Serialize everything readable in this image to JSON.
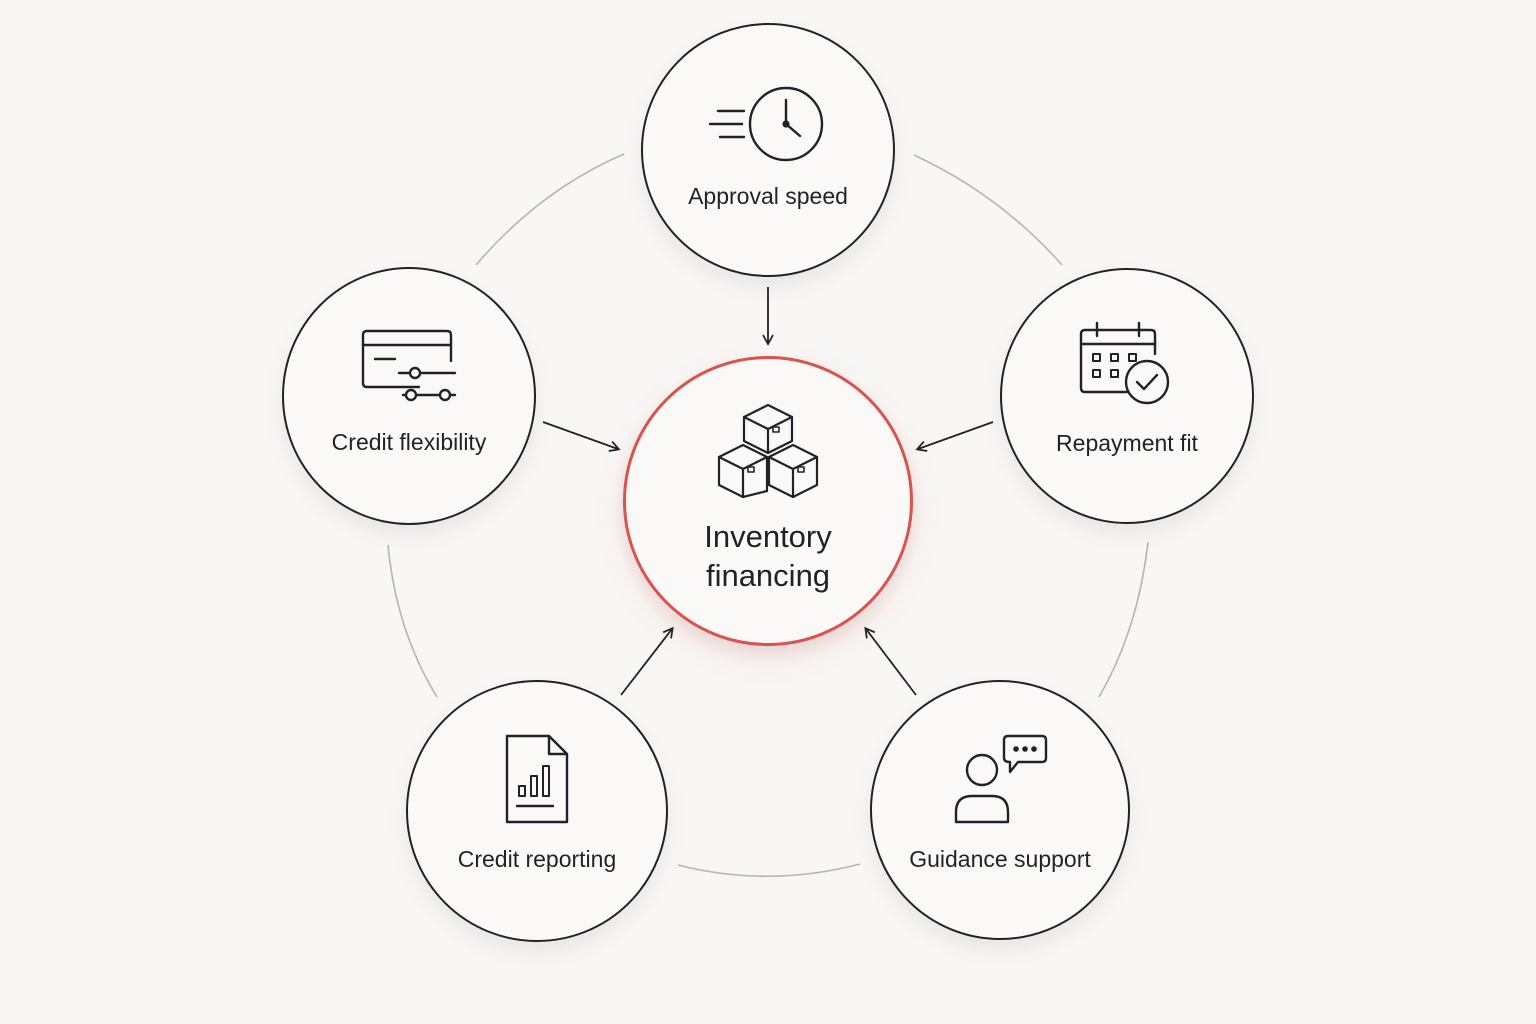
{
  "center": {
    "label_line1": "Inventory",
    "label_line2": "financing",
    "icon": "boxes-icon",
    "accent_color": "#d9534f"
  },
  "factors": [
    {
      "label": "Approval speed",
      "icon": "fast-clock-icon"
    },
    {
      "label": "Repayment fit",
      "icon": "calendar-check-icon"
    },
    {
      "label": "Guidance support",
      "icon": "person-chat-icon"
    },
    {
      "label": "Credit reporting",
      "icon": "report-chart-icon"
    },
    {
      "label": "Credit flexibility",
      "icon": "card-sliders-icon"
    }
  ],
  "colors": {
    "background": "#f8f7f5",
    "stroke": "#1f2328",
    "ring": "#b5b5b5"
  }
}
